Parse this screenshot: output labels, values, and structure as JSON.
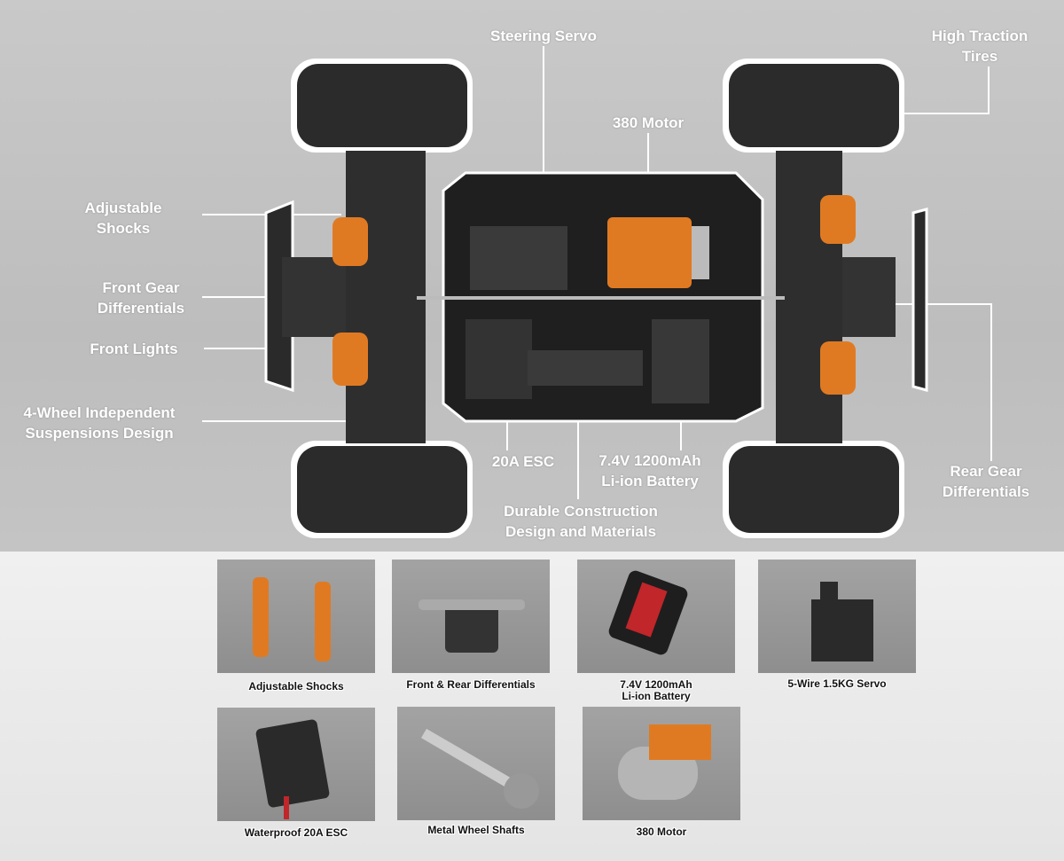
{
  "callouts": {
    "steering_servo": "Steering Servo",
    "high_traction_tires": [
      "High Traction",
      "Tires"
    ],
    "motor_380": "380 Motor",
    "adjustable_shocks": [
      "Adjustable",
      "Shocks"
    ],
    "front_gear_differentials": [
      "Front Gear",
      "Differentials"
    ],
    "front_lights": "Front Lights",
    "suspension": [
      "4-Wheel Independent",
      "Suspensions Design"
    ],
    "esc": "20A ESC",
    "battery": [
      "7.4V 1200mAh",
      "Li-ion Battery"
    ],
    "construction": [
      "Durable Construction",
      "Design and Materials"
    ],
    "rear_gear_differentials": [
      "Rear Gear",
      "Differentials"
    ]
  },
  "parts": [
    {
      "caption": [
        "Adjustable Shocks"
      ]
    },
    {
      "caption": [
        "Front & Rear Differentials"
      ]
    },
    {
      "caption": [
        "7.4V 1200mAh",
        "Li-ion Battery"
      ]
    },
    {
      "caption": [
        "5-Wire 1.5KG Servo"
      ]
    },
    {
      "caption": [
        "Waterproof 20A ESC"
      ]
    },
    {
      "caption": [
        "Metal Wheel Shafts"
      ]
    },
    {
      "caption": [
        "380 Motor"
      ]
    }
  ],
  "colors": {
    "accent_orange": "#e07a22",
    "chassis": "#2a2a2a",
    "label": "#ffffff"
  }
}
